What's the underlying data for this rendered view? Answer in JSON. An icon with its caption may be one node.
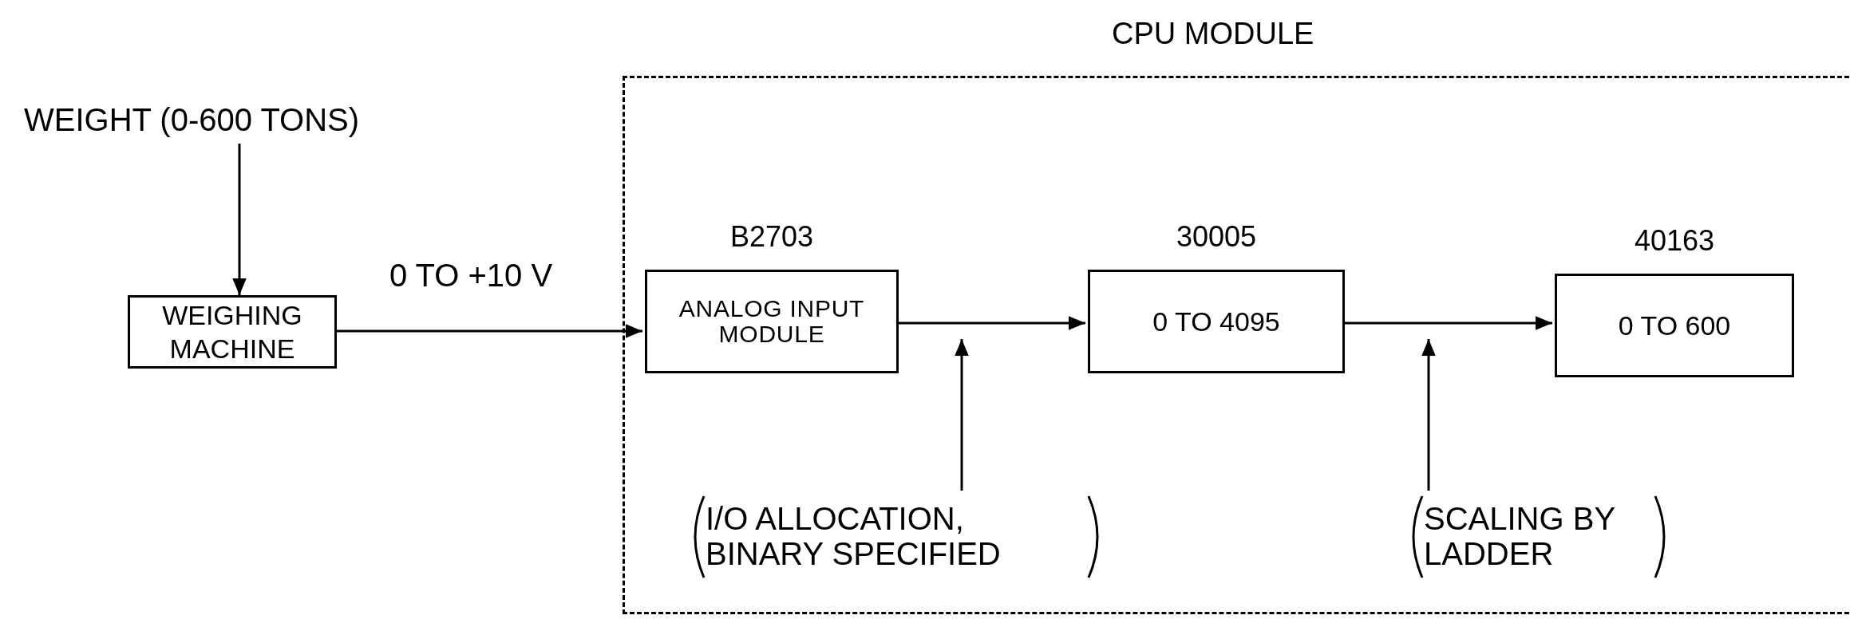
{
  "diagram": {
    "nodes": [
      {
        "text": [
          "CPU MODULE"
        ]
      },
      {
        "text": [
          "WEIGHT (0-600 TONS)"
        ]
      },
      {
        "text": [
          "WEIGHING MACHINE"
        ]
      },
      {
        "text": [
          "ANALOG INPUT MODULE"
        ],
        "in": 0,
        "beside": [
          "B2703"
        ]
      },
      {
        "text": [
          "0 TO 4095"
        ],
        "in": 0,
        "beside": [
          "30005"
        ]
      },
      {
        "text": [
          "0 TO 600"
        ],
        "in": 0,
        "beside": [
          "40163"
        ]
      },
      {
        "text": [
          "I/O ALLOCATION, BINARY SPECIFIED"
        ],
        "in": 0
      },
      {
        "text": [
          "SCALING BY LADDER"
        ],
        "in": 0
      }
    ],
    "edges": [
      {
        "from": 1,
        "to": 2,
        "arrow": "to"
      },
      {
        "from": 2,
        "to": 3,
        "arrow": "to",
        "label": "0 TO +10 V"
      },
      {
        "from": 3,
        "to": 4,
        "arrow": "to"
      },
      {
        "from": 4,
        "to": 5,
        "arrow": "to"
      },
      {
        "from": 6,
        "to": null,
        "arrow": "to"
      },
      {
        "from": 7,
        "to": null,
        "arrow": "to"
      }
    ]
  }
}
